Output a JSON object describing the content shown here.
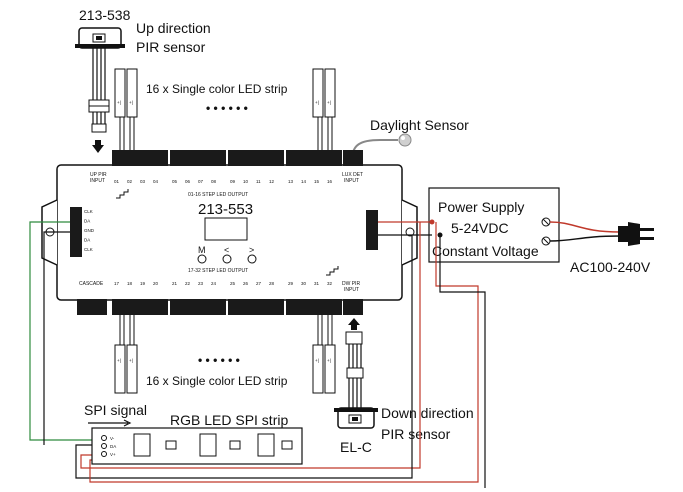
{
  "upper_sensor": {
    "model": "213-538",
    "line1": "Up direction",
    "line2": "PIR sensor"
  },
  "lower_sensor": {
    "model": "EL-C",
    "line1": "Down direction",
    "line2": "PIR sensor"
  },
  "strip_top_label": "16 x Single color LED strip",
  "strip_bottom_label": "16 x Single color LED strip",
  "dots": "• • • • • •",
  "daylight_label": "Daylight Sensor",
  "controller": {
    "model": "213-553",
    "up_pir": [
      "UP PIR",
      "INPUT"
    ],
    "dw_pir": [
      "DW PIR",
      "INPUT"
    ],
    "lux_det": [
      "LUX DET",
      "INPUT"
    ],
    "cascade": "CASCADE",
    "top_output_title": "01-16 STEP LED OUTPUT",
    "bottom_output_title": "17-32 STEP LED OUTPUT",
    "top_channels": [
      "01",
      "02",
      "03",
      "04",
      "05",
      "06",
      "07",
      "08",
      "09",
      "10",
      "11",
      "12",
      "13",
      "14",
      "15",
      "16"
    ],
    "bottom_channels": [
      "17",
      "18",
      "19",
      "20",
      "21",
      "22",
      "23",
      "24",
      "25",
      "26",
      "27",
      "28",
      "29",
      "30",
      "31",
      "32"
    ],
    "spi_pins": [
      "CLK",
      "DA",
      "GND",
      "DA",
      "CLK"
    ],
    "button_labels": [
      "M",
      "<",
      ">"
    ]
  },
  "power": {
    "line1": "Power Supply",
    "line2": "5-24VDC",
    "line3": "Constant Voltage",
    "ac": "AC100-240V"
  },
  "spi": {
    "signal": "SPI signal",
    "strip": "RGB LED SPI strip",
    "pins": [
      "V-",
      "DA",
      "V+"
    ]
  }
}
